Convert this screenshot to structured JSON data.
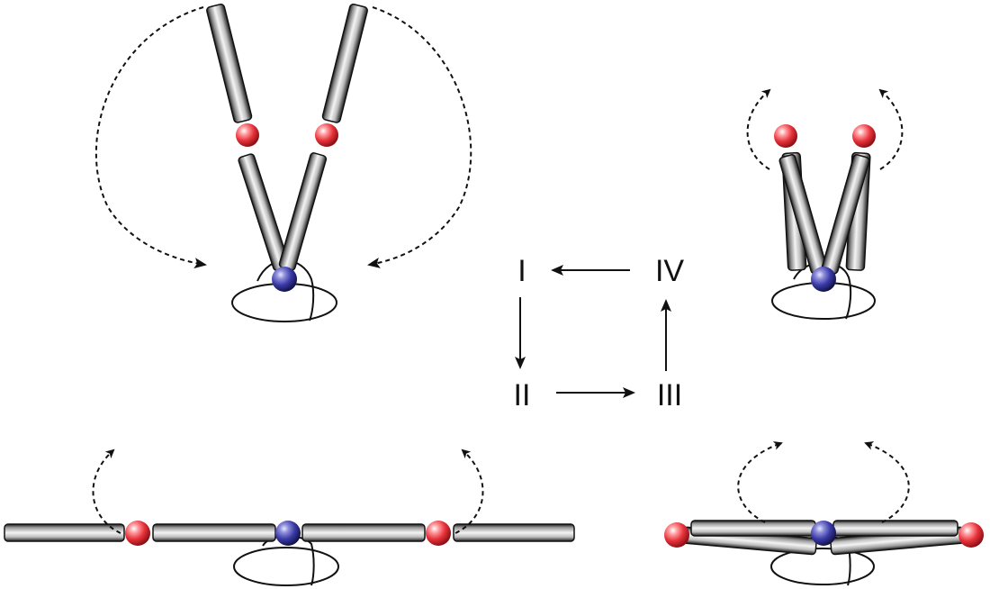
{
  "cycle": {
    "state_1": "I",
    "state_2": "II",
    "state_3": "III",
    "state_4": "IV"
  },
  "colors": {
    "hinge_joint": "#e8323a",
    "central_joint": "#3a3aa8",
    "rod_dark": "#1a1a1a",
    "rod_light": "#f2f2f2",
    "line": "#111111"
  },
  "icons": {
    "hinge": "red-sphere-icon",
    "pivot": "blue-sphere-icon",
    "motion": "dashed-curved-arrow-icon",
    "step": "straight-arrow-icon"
  }
}
